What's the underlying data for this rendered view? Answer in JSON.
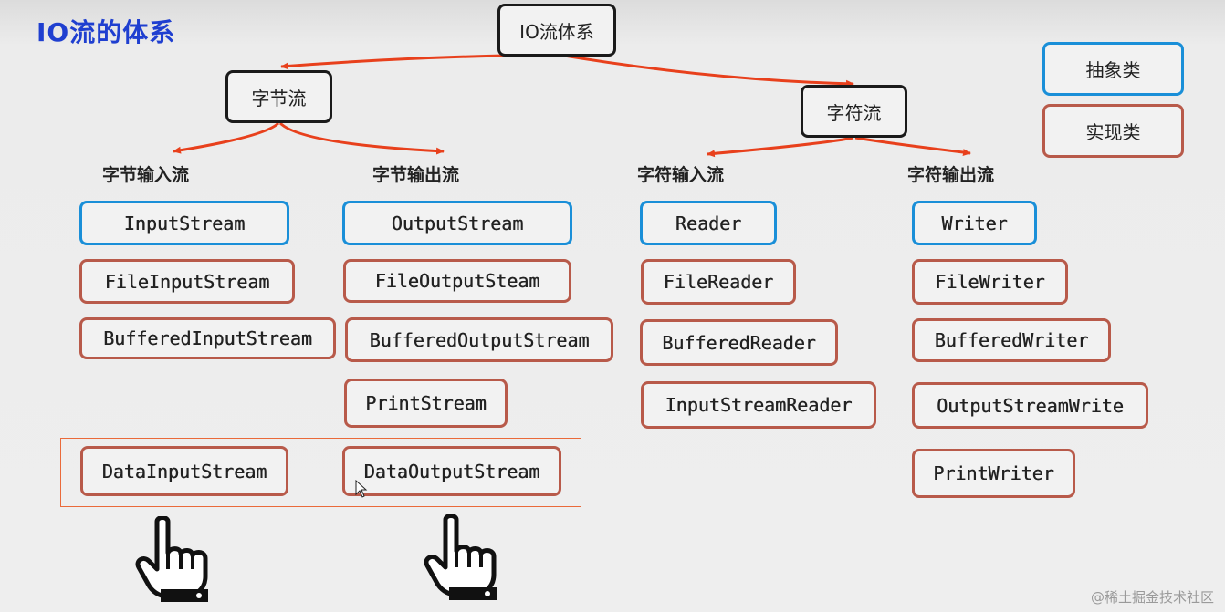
{
  "page_title": "IO流的体系",
  "root": "IO流体系",
  "categories": {
    "byte": "字节流",
    "char": "字符流"
  },
  "branches": {
    "byte_input": "字节输入流",
    "byte_output": "字节输出流",
    "char_input": "字符输入流",
    "char_output": "字符输出流"
  },
  "byte_input_classes": [
    "InputStream",
    "FileInputStream",
    "BufferedInputStream",
    "DataInputStream"
  ],
  "byte_output_classes": [
    "OutputStream",
    "FileOutputSteam",
    "BufferedOutputStream",
    "PrintStream",
    "DataOutputStream"
  ],
  "char_input_classes": [
    "Reader",
    "FileReader",
    "BufferedReader",
    "InputStreamReader"
  ],
  "char_output_classes": [
    "Writer",
    "FileWriter",
    "BufferedWriter",
    "OutputStreamWrite",
    "PrintWriter"
  ],
  "legend": {
    "abstract": "抽象类",
    "implementation": "实现类"
  },
  "colors": {
    "abstract_border": "#1a8fd8",
    "impl_border": "#b85a4a",
    "arrow": "#e8401c",
    "title": "#1f3fd0"
  },
  "watermark": "@稀土掘金技术社区"
}
